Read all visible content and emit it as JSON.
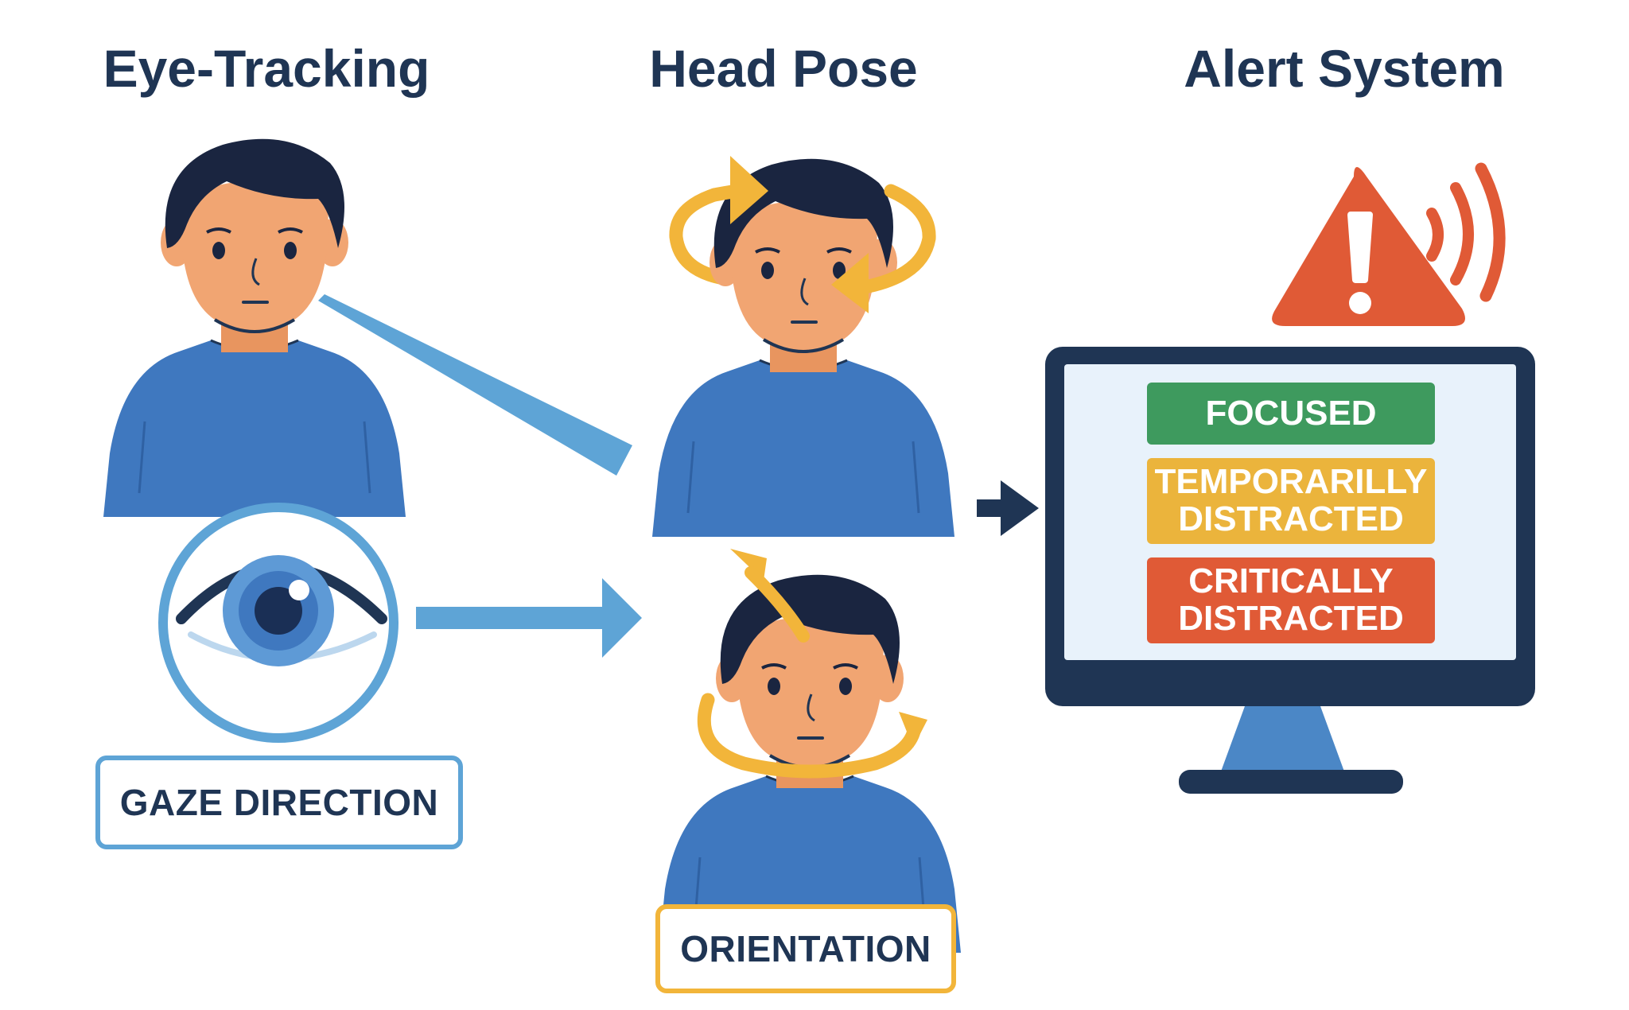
{
  "columns": {
    "eye_tracking": {
      "title": "Eye-Tracking",
      "label": "GAZE DIRECTION"
    },
    "head_pose": {
      "title": "Head Pose",
      "label": "ORIENTATION"
    },
    "alert_system": {
      "title": "Alert System"
    }
  },
  "statuses": [
    {
      "text": "FOCUSED",
      "color": "#3e9a5e"
    },
    {
      "text": "TEMPORARILLY DISTRACTED",
      "color": "#ebb43c"
    },
    {
      "text": "CRITICALLY DISTRACTED",
      "color": "#e05a36"
    }
  ],
  "icons": [
    "person-icon",
    "eye-icon",
    "rotation-arrow-icon",
    "warning-triangle-icon",
    "signal-waves-icon",
    "monitor-icon",
    "arrow-right-icon"
  ],
  "colors": {
    "navy": "#1f3554",
    "shirt": "#3f78bf",
    "skin": "#f1a572",
    "hair": "#1a2540",
    "rotation": "#f2b53a",
    "gaze": "#5ea4d6",
    "alert": "#e05a36",
    "screen": "#e8f2fb"
  }
}
